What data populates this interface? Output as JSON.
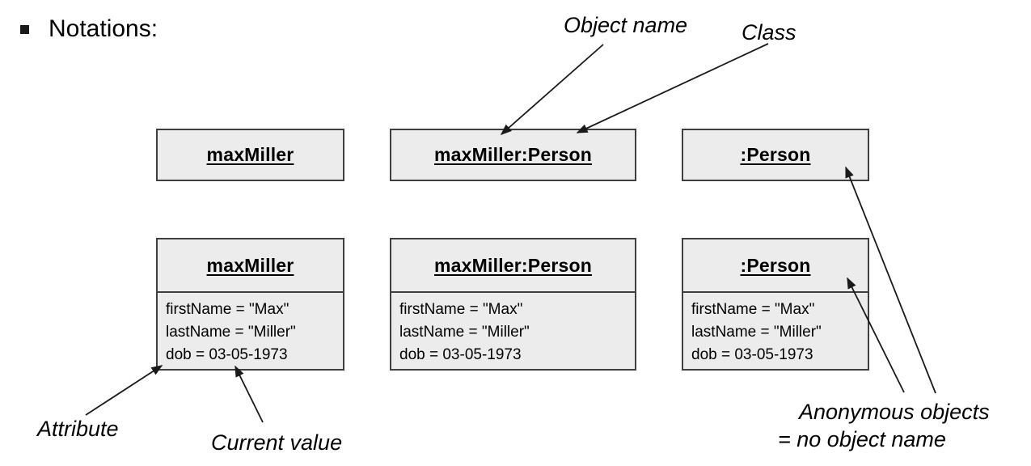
{
  "slide": {
    "title": "Notations:"
  },
  "labels": {
    "object_name": "Object name",
    "class_label": "Class",
    "attribute": "Attribute",
    "current_value": "Current value",
    "anonymous_line1": "Anonymous objects",
    "anonymous_line2": "= no object name"
  },
  "boxes": {
    "top": [
      {
        "header": "maxMiller"
      },
      {
        "header": "maxMiller:Person"
      },
      {
        "header": ":Person"
      }
    ],
    "bottom": [
      {
        "header": "maxMiller",
        "attributes": [
          "firstName = \"Max\"",
          "lastName = \"Miller\"",
          "dob = 03-05-1973"
        ]
      },
      {
        "header": "maxMiller:Person",
        "attributes": [
          "firstName = \"Max\"",
          "lastName = \"Miller\"",
          "dob = 03-05-1973"
        ]
      },
      {
        "header": ":Person",
        "attributes": [
          "firstName = \"Max\"",
          "lastName = \"Miller\"",
          "dob = 03-05-1973"
        ]
      }
    ]
  },
  "colors": {
    "box_fill": "#ececec",
    "box_border": "#3f3f3f",
    "text": "#000000",
    "arrow": "#1a1a1a"
  }
}
